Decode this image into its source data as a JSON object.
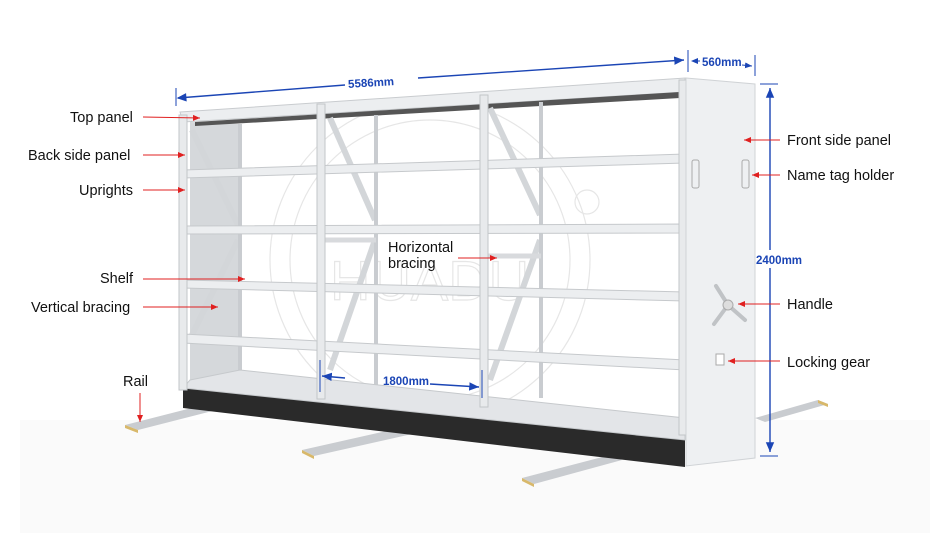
{
  "labels": {
    "top_panel": "Top panel",
    "back_side_panel": "Back side panel",
    "uprights": "Uprights",
    "shelf": "Shelf",
    "vertical_bracing": "Vertical bracing",
    "rail": "Rail",
    "horizontal_bracing_1": "Horizontal",
    "horizontal_bracing_2": "bracing",
    "front_side_panel": "Front side panel",
    "name_tag_holder": "Name tag holder",
    "handle": "Handle",
    "locking_gear": "Locking gear"
  },
  "dimensions": {
    "length": "5586mm",
    "depth": "560mm",
    "height": "2400mm",
    "bay_width": "1800mm"
  },
  "watermark": "HUADU",
  "colors": {
    "dimension": "#1b45b5",
    "arrow": "#e02020",
    "steel": "#e4e6e8"
  }
}
